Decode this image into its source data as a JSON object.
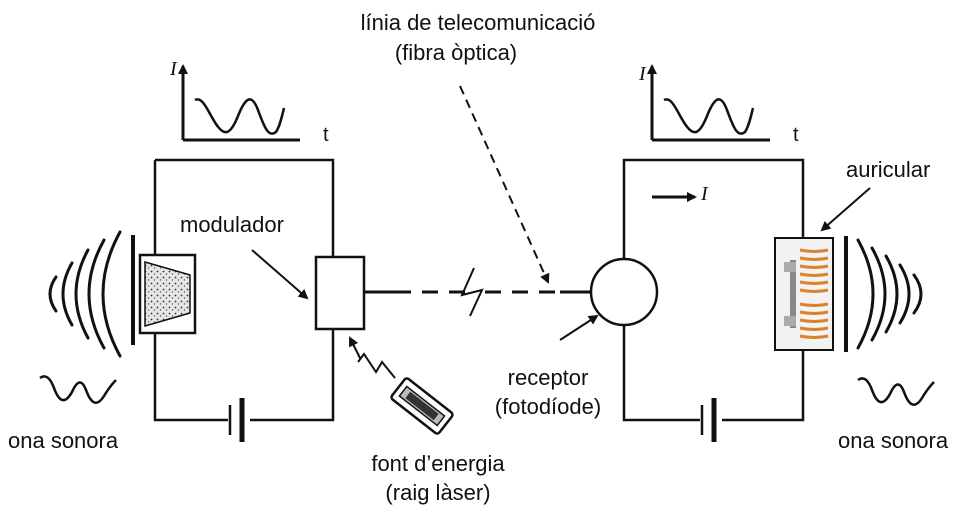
{
  "labels": {
    "line_title_1": "línia de telecomunicació",
    "line_title_2": "(fibra òptica)",
    "modulator": "modulador",
    "receiver_1": "receptor",
    "receiver_2": "(fotodíode)",
    "energy_1": "font d’energia",
    "energy_2": "(raig làser)",
    "earphone": "auricular",
    "sound_wave_left": "ona sonora",
    "sound_wave_right": "ona sonora"
  },
  "graphs": {
    "current_symbol": "I",
    "time_symbol": "t"
  },
  "colors": {
    "ink": "#111111",
    "coil": "#d9822b",
    "microphone_fill": "#d8d8d8",
    "earphone_fill": "#f2f2f2"
  }
}
